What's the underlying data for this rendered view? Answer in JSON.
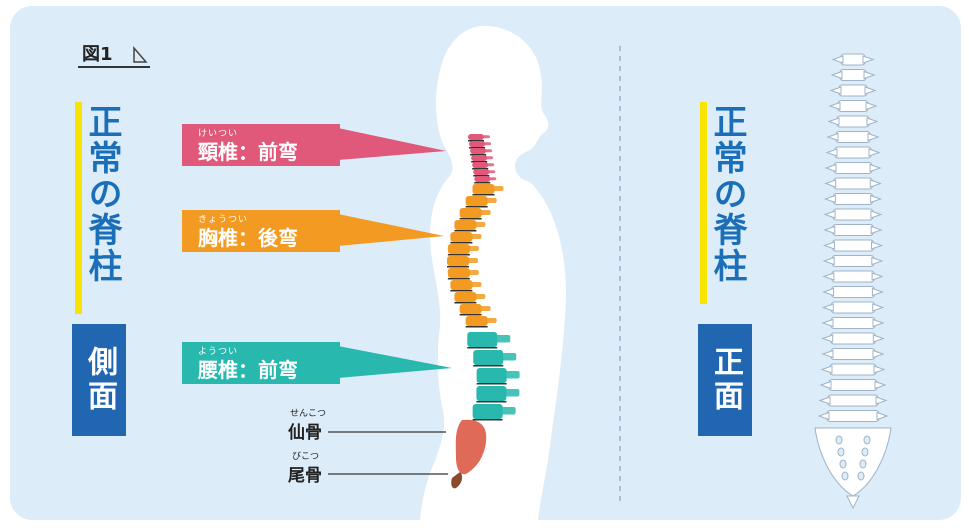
{
  "figure": {
    "label": "図1"
  },
  "left_panel": {
    "title": "正常の脊柱",
    "view_label": "側面",
    "callouts": [
      {
        "furigana": "けいつい",
        "text": "頸椎：前弯",
        "color": "#e0587a"
      },
      {
        "furigana": "きょうつい",
        "text": "胸椎：後弯",
        "color": "#f29a21"
      },
      {
        "furigana": "ようつい",
        "text": "腰椎：前弯",
        "color": "#28b8ad"
      }
    ],
    "bones": [
      {
        "furigana": "せんこつ",
        "text": "仙骨"
      },
      {
        "furigana": "びこつ",
        "text": "尾骨"
      }
    ]
  },
  "right_panel": {
    "title": "正常の脊柱",
    "view_label": "正面"
  },
  "colors": {
    "background": "#dcecf8",
    "title_blue": "#1a6fb8",
    "accent_yellow": "#f7e400",
    "box_blue": "#2166b0",
    "cervical": "#e0587a",
    "thoracic": "#f29a21",
    "lumbar": "#28b8ad",
    "sacrum": "#e06a58"
  }
}
